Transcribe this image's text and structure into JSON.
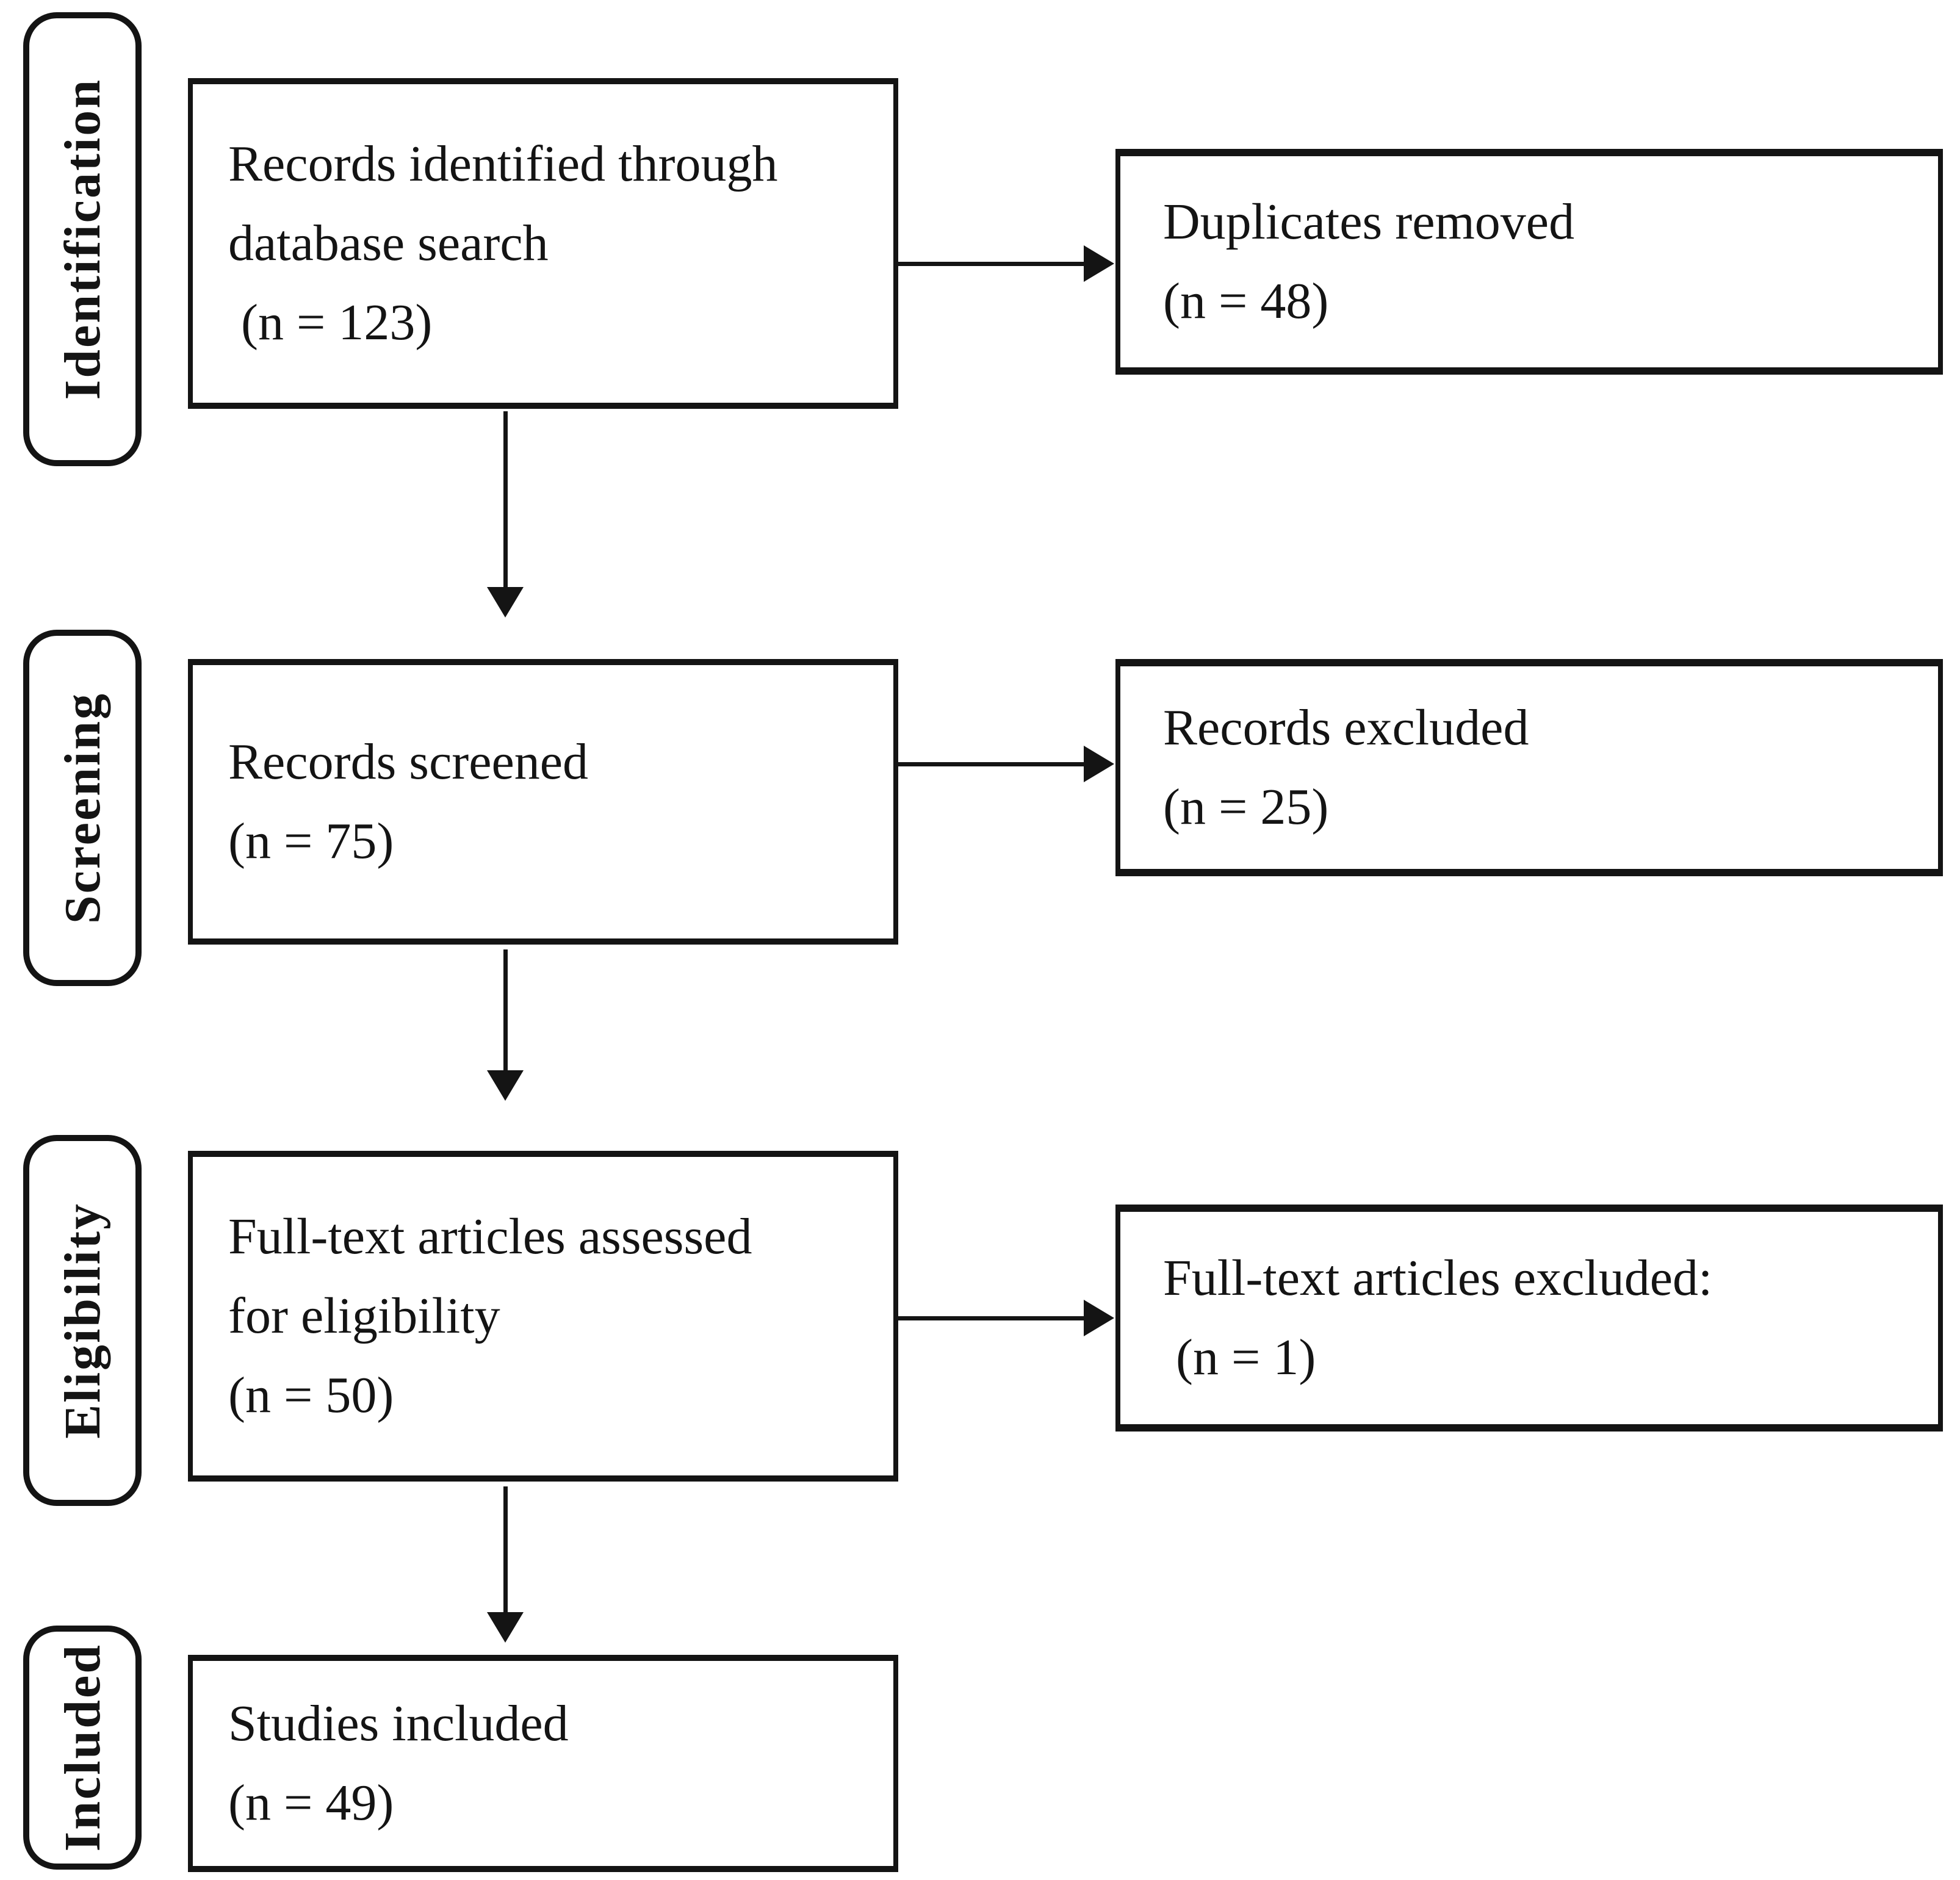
{
  "figure": {
    "type": "prisma-flow-diagram",
    "colors": {
      "ink": "#141414",
      "background": "#ffffff"
    },
    "stages": [
      {
        "id": "identification",
        "label": "Identification"
      },
      {
        "id": "screening",
        "label": "Screening"
      },
      {
        "id": "eligibility",
        "label": "Eligibility"
      },
      {
        "id": "included",
        "label": "Included"
      }
    ],
    "nodes": {
      "identified": {
        "lines": [
          "Records identified through",
          "database search",
          " (n = 123)"
        ]
      },
      "duplicates": {
        "lines": [
          "Duplicates removed",
          "(n = 48)"
        ]
      },
      "screened": {
        "lines": [
          "Records screened",
          "(n = 75)"
        ]
      },
      "records_excluded": {
        "lines": [
          "Records excluded",
          "(n = 25)"
        ]
      },
      "fulltext": {
        "lines": [
          "Full-text articles assessed",
          "for eligibility",
          "(n = 50)"
        ]
      },
      "fulltext_excluded": {
        "lines": [
          "Full-text articles excluded:",
          " (n = 1)"
        ]
      },
      "included_studies": {
        "lines": [
          "Studies included",
          "(n = 49)"
        ]
      }
    }
  }
}
